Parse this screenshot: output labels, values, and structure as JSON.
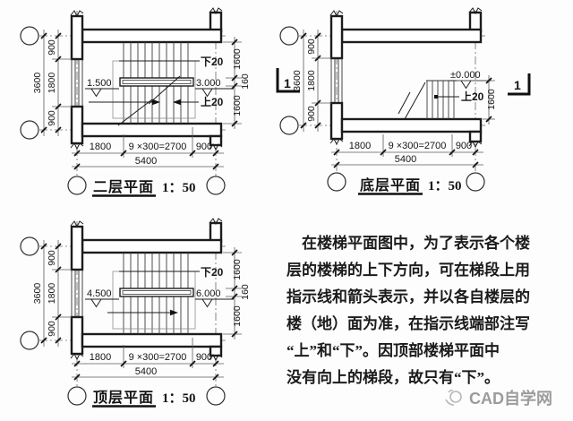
{
  "page": {
    "background": "#fdfdfd",
    "line_color": "#1c1c1c",
    "watermark_color": "#9c9c9c"
  },
  "plans": {
    "second_floor": {
      "title": "二层平面",
      "scale": "1：50",
      "level_left": "1.500",
      "level_right": "3.000",
      "note_down": "下20",
      "note_up": "上20",
      "dim_left_total": "3600",
      "dim_left": [
        "900",
        "1800",
        "900"
      ],
      "dim_right": [
        "1600",
        "160",
        "1600"
      ],
      "dim_bottom": [
        "1800",
        "9 ×300=2700",
        "900"
      ],
      "dim_bottom_total": "5400"
    },
    "ground_floor": {
      "title": "底层平面",
      "scale": "1：50",
      "level_datum": "±0.000",
      "note_up": "上20",
      "section_label": "1",
      "dim_left_total": "3600",
      "dim_left": [
        "900",
        "1800",
        "900"
      ],
      "dim_right": [
        "1600"
      ],
      "dim_bottom": [
        "1800",
        "9 ×300=2700",
        "900"
      ],
      "dim_bottom_total": "5400"
    },
    "top_floor": {
      "title": "顶层平面",
      "scale": "1：50",
      "level_left": "4.500",
      "level_right": "6.000",
      "note_down": "下20",
      "dim_left_total": "3600",
      "dim_left": [
        "900",
        "1800",
        "900"
      ],
      "dim_right": [
        "1600",
        "160",
        "1600"
      ],
      "dim_bottom": [
        "1800",
        "9 ×300=2700",
        "900"
      ],
      "dim_bottom_total": "5400"
    }
  },
  "paragraph": {
    "lines": [
      "在楼梯平面图中，为了表示各个楼",
      "层的楼梯的上下方向，可在梯段上用",
      "指示线和箭头表示，并以各自楼层的",
      "楼（地）面为准，在指示线端部注写",
      "“上”和“下”。因顶部楼梯平面中",
      "没有向上的梯段，故只有“下”。"
    ]
  },
  "watermark": {
    "label": "CAD自学网"
  }
}
